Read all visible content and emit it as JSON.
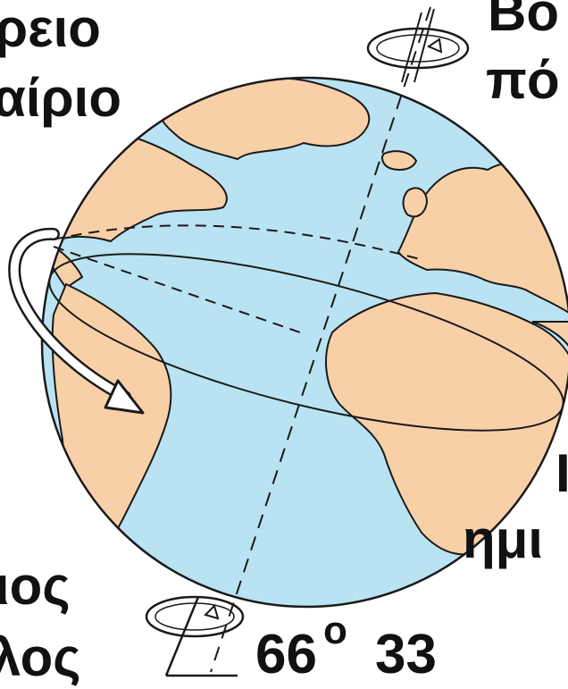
{
  "labels": {
    "top_left_line1": "ρειο",
    "top_left_line2": "αίριο",
    "top_right_line1": "Βό",
    "top_right_line2": "πό",
    "right_mid": "Ι",
    "right_bottom": "ημι",
    "bottom_left_line1": "ιος",
    "bottom_left_line2": "λος",
    "angle_deg": "66",
    "angle_sup": "o",
    "angle_min": "33"
  },
  "colors": {
    "ocean": "#b9e3f2",
    "land": "#f8d0a8",
    "outline": "#1a1a1a",
    "text": "#111111"
  }
}
